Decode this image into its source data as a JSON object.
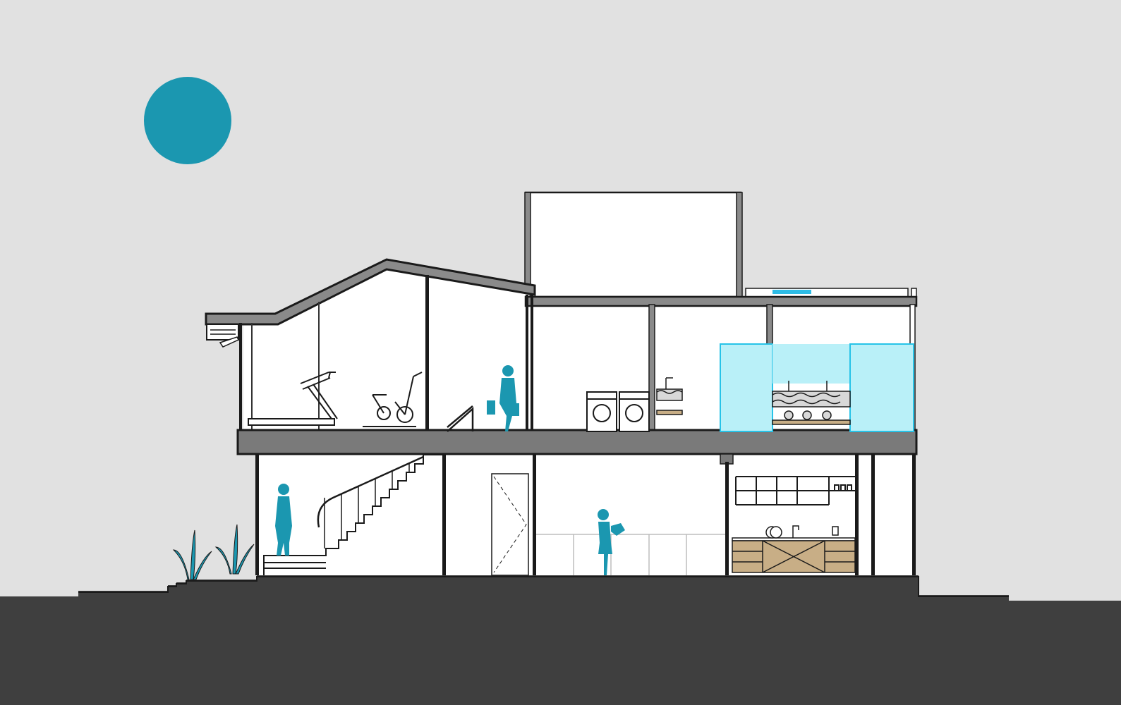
{
  "colors": {
    "sky": "#e1e1e1",
    "ground": "#3f3f3f",
    "accent": "#1b97b0",
    "wall": "#1a1a1a",
    "slab": "#7a7a7a",
    "interior": "#ffffff",
    "glass": "#b9f0f8",
    "cabinet_wood": "#c8ae86"
  },
  "diagram": {
    "type": "architectural-section",
    "elements": [
      "sun",
      "ground",
      "roof",
      "floor-slab",
      "pitched-roof",
      "rooftop-volume",
      "treadmill",
      "exercise-bike",
      "staircase",
      "washing-machines",
      "bathroom-vanity",
      "glass-shower",
      "kitchen-cabinets",
      "entry-door",
      "planters",
      "human-figures"
    ]
  }
}
